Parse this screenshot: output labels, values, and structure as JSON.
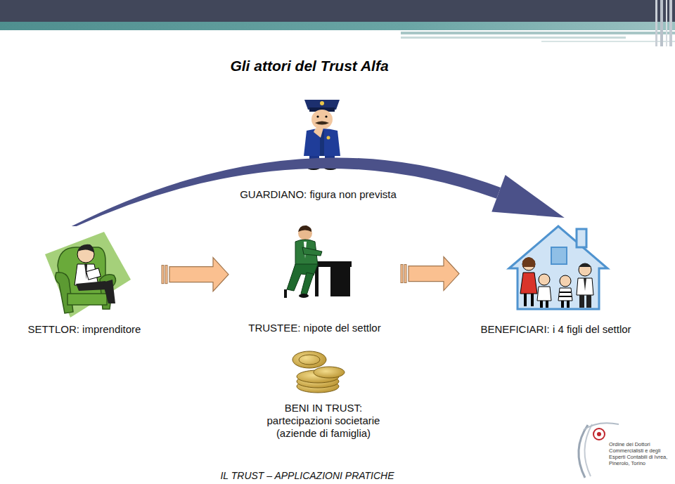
{
  "diagram": {
    "title": "Gli attori del Trust Alfa",
    "nodes": [
      {
        "text": [
          "GUARDIANO: figura non prevista"
        ]
      },
      {
        "text": [
          "SETTLOR: imprenditore"
        ]
      },
      {
        "text": [
          "TRUSTEE: nipote del settlor"
        ]
      },
      {
        "text": [
          "BENEFICIARI: i 4 figli del settlor"
        ]
      },
      {
        "text": [
          "BENI IN TRUST: partecipazioni societarie (aziende di famiglia)"
        ]
      }
    ],
    "edges": [
      {
        "from": 1,
        "to": 2,
        "arrow": "to"
      },
      {
        "from": 2,
        "to": 3,
        "arrow": "to"
      },
      {
        "from": 1,
        "to": 3,
        "arrow": "to"
      }
    ],
    "labels": [
      "IL TRUST – APPLICAZIONI PRATICHE",
      "Ordine dei Dottori Commercialisti e degli Esperti Contabili di Ivrea, Pinerolo, Torino"
    ]
  }
}
